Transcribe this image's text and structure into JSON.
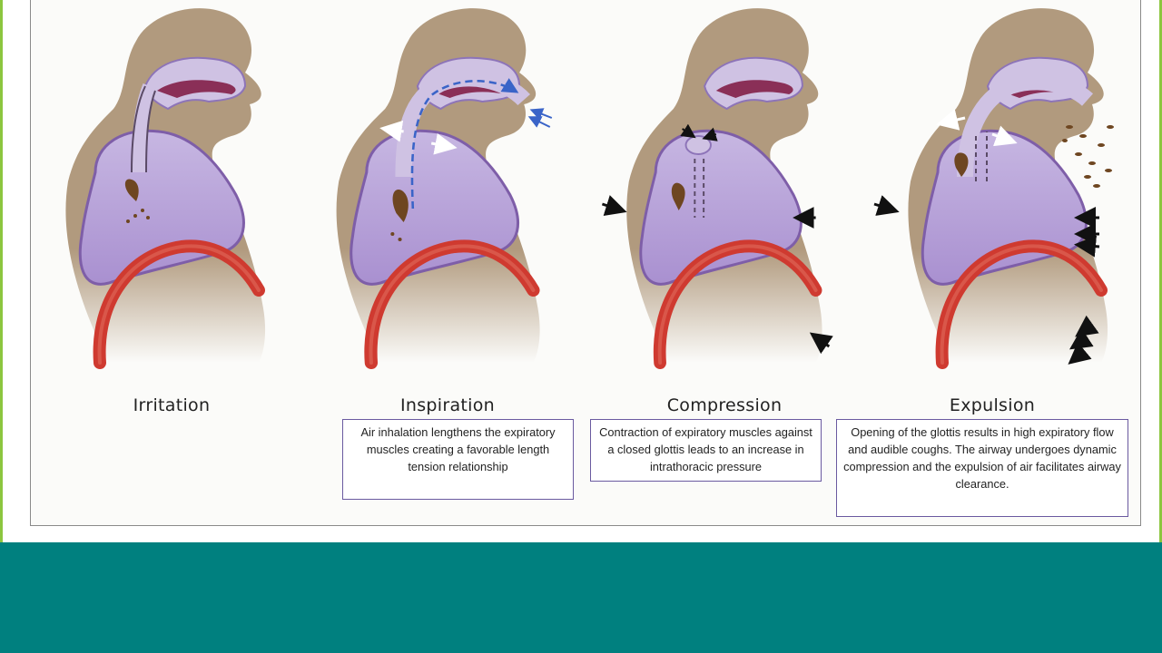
{
  "colors": {
    "body": "#b19a7e",
    "lung": "#b9a6d8",
    "lung_outline": "#7e5ea8",
    "diaphragm": "#cf3a30",
    "airway": "#cfc2e3",
    "mucus": "#6e4621",
    "footer": "#00807f",
    "frame_accent": "#8cc63f"
  },
  "stages": [
    {
      "title": "Irritation",
      "caption": ""
    },
    {
      "title": "Inspiration",
      "caption": "Air inhalation lengthens the expiratory muscles creating a favorable length tension relationship"
    },
    {
      "title": "Compression",
      "caption": "Contraction of expiratory muscles against a closed glottis leads to an increase in intrathoracic pressure"
    },
    {
      "title": "Expulsion",
      "caption": "Opening of the glottis results in high expiratory flow and audible coughs. The airway undergoes dynamic compression and the expulsion of air facilitates airway clearance."
    }
  ]
}
